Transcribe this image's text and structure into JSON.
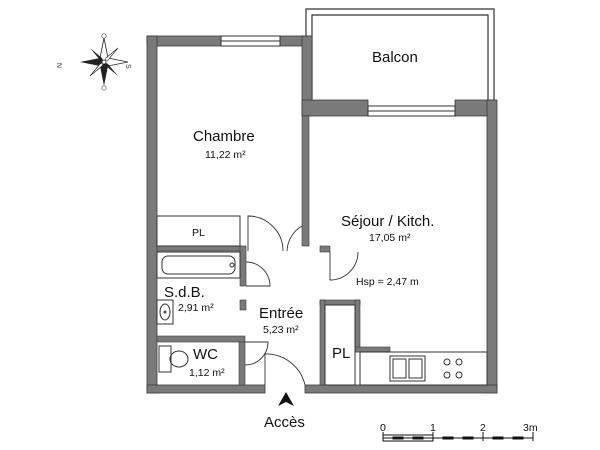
{
  "rooms": {
    "balcon": {
      "name": "Balcon"
    },
    "chambre": {
      "name": "Chambre",
      "area": "11,22 m²"
    },
    "sejour": {
      "name": "Séjour / Kitch.",
      "area": "17,05 m²",
      "height": "Hsp = 2,47 m"
    },
    "sdb": {
      "name": "S.d.B.",
      "area": "2,91 m²"
    },
    "entree": {
      "name": "Entrée",
      "area": "5,23 m²"
    },
    "wc": {
      "name": "WC",
      "area": "1,12 m²"
    }
  },
  "placards": {
    "left": "PL",
    "right": "PL"
  },
  "access": {
    "label": "Accès"
  },
  "compass": {
    "north": "N",
    "south": "S"
  },
  "scale": {
    "ticks": [
      "0",
      "1",
      "2",
      "3m"
    ]
  },
  "colors": {
    "wall": "#7a7a7a",
    "wall_outline": "#3c3c3c",
    "line": "#333333"
  }
}
